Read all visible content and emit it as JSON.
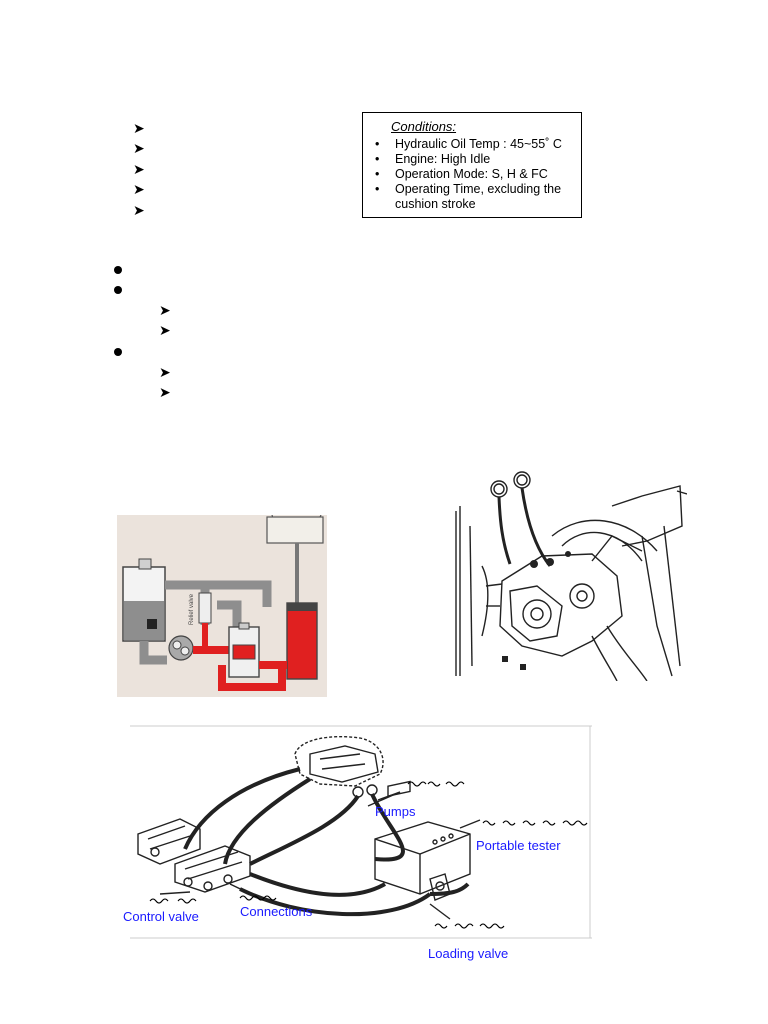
{
  "conditions": {
    "title": "Conditions:",
    "items": [
      "Hydraulic Oil Temp : 45~55˚ C",
      "Engine: High Idle",
      "Operation Mode: S, H & FC",
      "Operating Time, excluding the cushion stroke"
    ]
  },
  "tester_diagram": {
    "labels": {
      "pumps": "Pumps",
      "portable_tester": "Portable tester",
      "control_valve": "Control valve",
      "connections": "Connections",
      "loading_valve": "Loading valve"
    }
  },
  "colors": {
    "label_blue": "#1a1aff",
    "oil_red": "#e02020",
    "tank_grey": "#9a9a9a"
  }
}
